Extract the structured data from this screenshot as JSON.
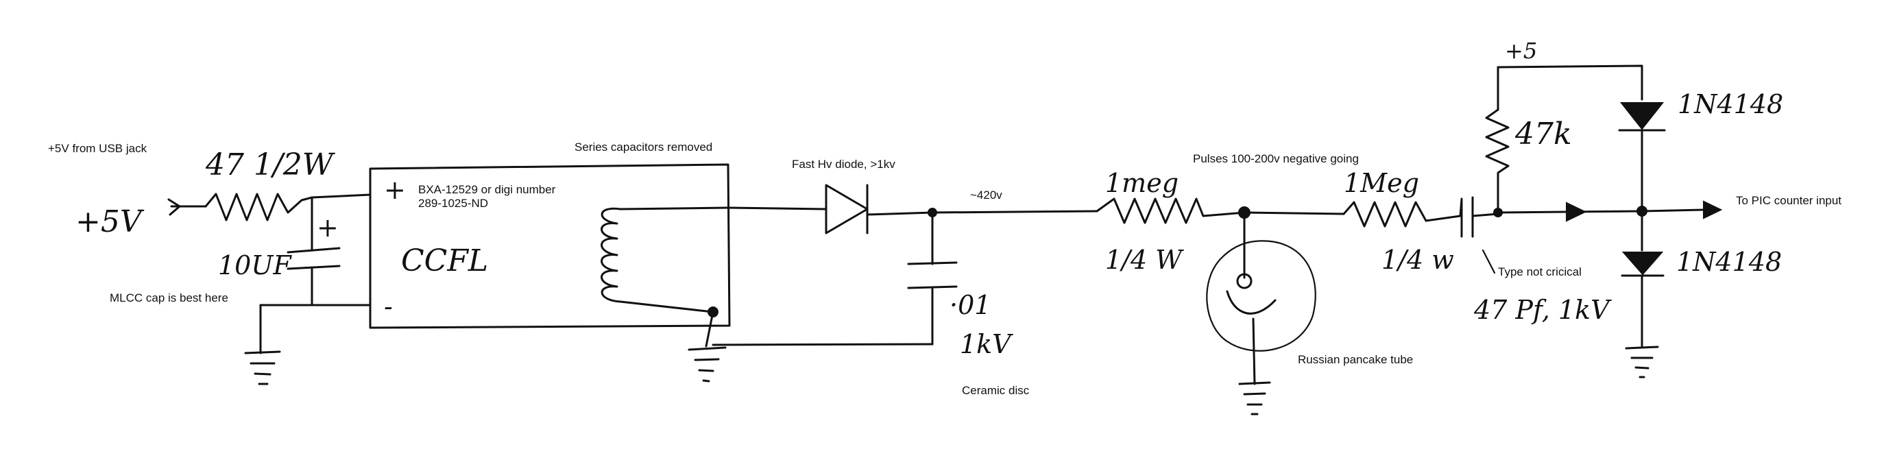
{
  "labels": {
    "usb_note": "+5V from USB jack",
    "input_voltage": "+5V",
    "resistor_47": "47 1/2W",
    "cap_plus": "+",
    "cap_10uf": "10UF",
    "mlcc_note": "MLCC cap is best here",
    "series_caps": "Series capacitors removed",
    "module_plus": "+",
    "module_minus": "-",
    "module_part_1": "BXA-12529 or digi number",
    "module_part_2": "289-1025-ND",
    "module_name": "CCFL",
    "diode_note": "Fast Hv diode, >1kv",
    "hv_voltage": "~420v",
    "cap_001": "·01",
    "cap_1kv": "1kV",
    "ceramic_note": "Ceramic disc",
    "r1_value": "1meg",
    "r1_power": "1/4 W",
    "pulses_note": "Pulses 100-200v negative going",
    "tube_note": "Russian pancake tube",
    "r2_value": "1Meg",
    "r2_power": "1/4 w",
    "type_note": "Type not cricical",
    "cap_47pf": "47 Pf, 1kV",
    "supply_5": "+5",
    "r3_value": "47k",
    "diode_top": "1N4148",
    "diode_bottom": "1N4148",
    "output_note": "To PIC counter input"
  },
  "colors": {
    "ink": "#111111",
    "paper": "#ffffff"
  }
}
